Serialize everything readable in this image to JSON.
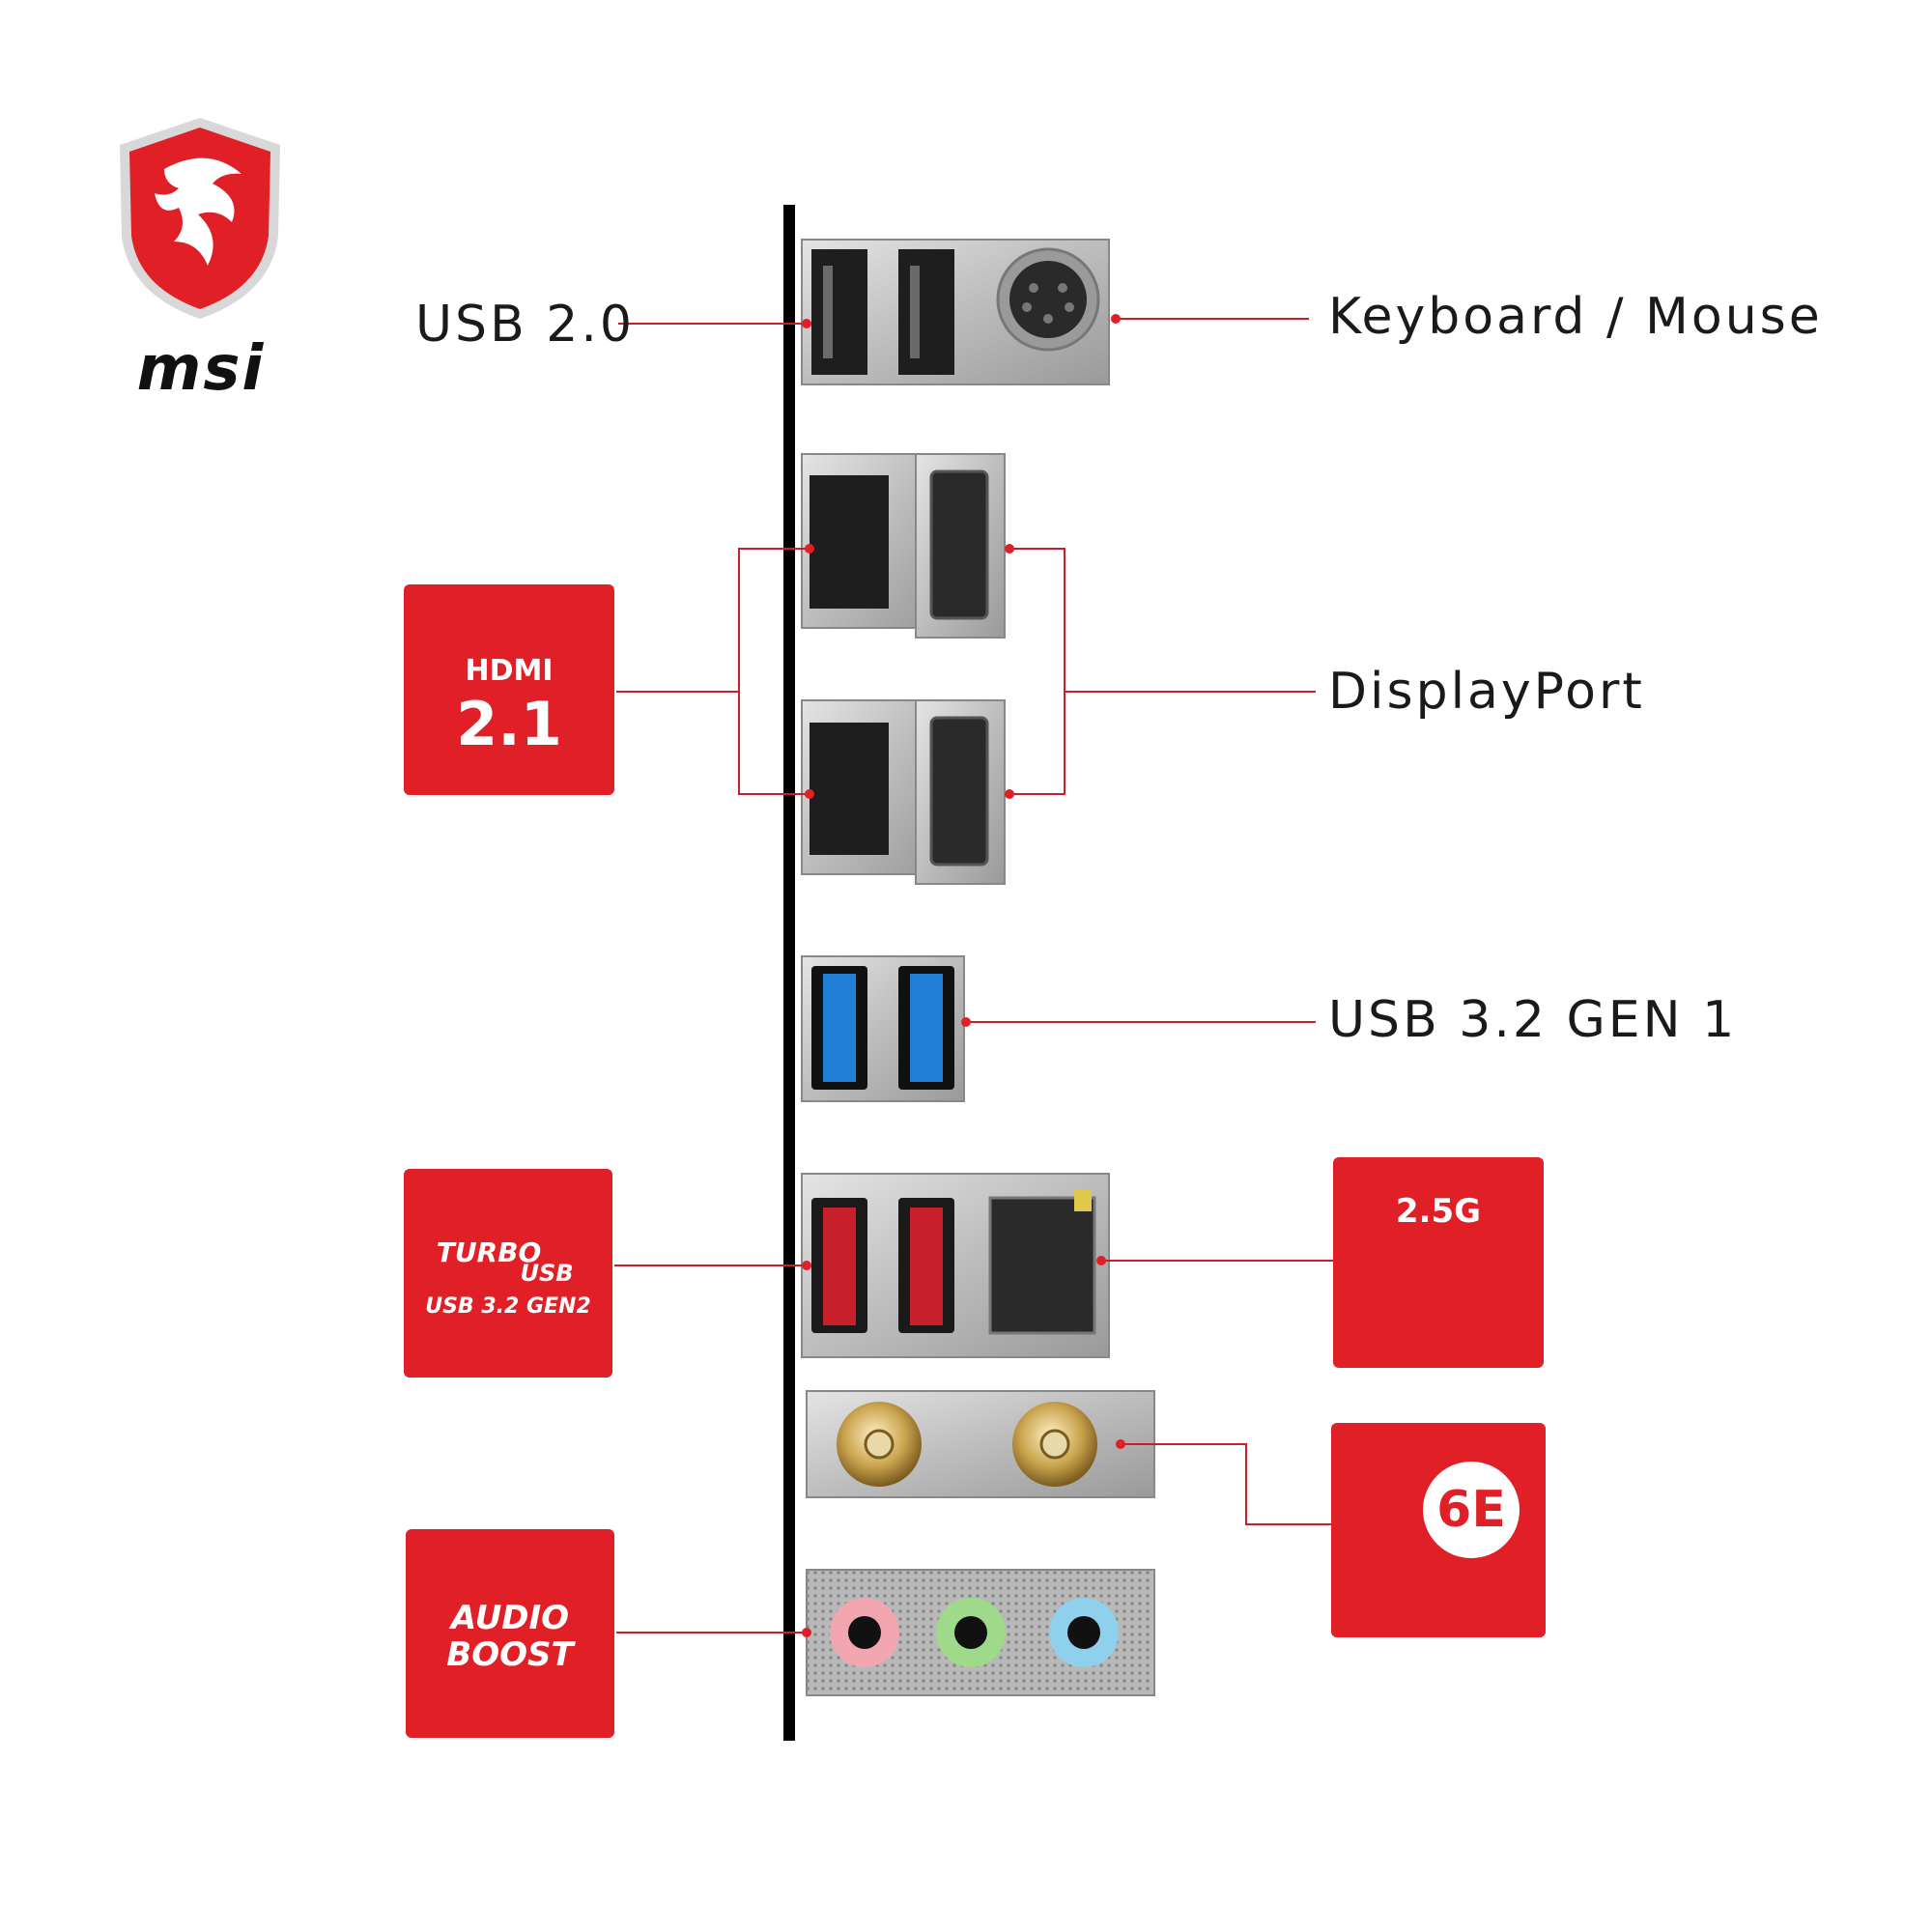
{
  "brand": {
    "name": "msi",
    "color": "#e01f26"
  },
  "ports": {
    "usb2": "USB 2.0",
    "keyboard_mouse": "Keyboard / Mouse",
    "displayport": "DisplayPort",
    "usb32gen1": "USB 3.2 GEN 1"
  },
  "badges": {
    "hdmi": {
      "line1": "HDMI",
      "line2": "2.1"
    },
    "turbo_usb": {
      "line1": "TURBO",
      "line2": "USB",
      "line3": "USB 3.2 GEN2"
    },
    "lan": {
      "speed": "2.5G"
    },
    "wifi": {
      "version": "6E"
    },
    "audio": {
      "line1": "AUDIO",
      "line2": "BOOST"
    }
  },
  "colors": {
    "accent": "#e01f26",
    "usb3_blue": "#1f7fd6",
    "usb_gen2_red": "#c8202a",
    "audio_pink": "#f2a7b0",
    "audio_green": "#9fd98a",
    "audio_blue": "#8fd0ec"
  }
}
